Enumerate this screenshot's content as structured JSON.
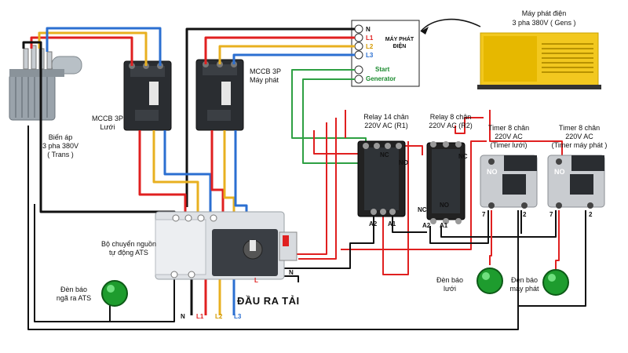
{
  "genset": {
    "title": "Máy phát điện",
    "subtitle": "3 pha 380V ( Gens )"
  },
  "terminal": {
    "n": "N",
    "l1": "L1",
    "l2": "L2",
    "l3": "L3",
    "title": "MÁY PHÁT ĐIỆN",
    "start": "Start",
    "generator": "Generator"
  },
  "transformer": {
    "title": "Biến áp",
    "line2": "3 pha 380V",
    "line3": "( Trans )"
  },
  "mccb_grid": {
    "title": "MCCB 3P",
    "subtitle": "Lưới"
  },
  "mccb_gen": {
    "title": "MCCB 3P",
    "subtitle": "Máy phát"
  },
  "relay14": {
    "title": "Relay 14 chân",
    "subtitle": "220V AC (R1)",
    "nc": "NC",
    "no": "NO",
    "a1": "A1",
    "a2": "A2"
  },
  "relay8": {
    "title": "Relay 8 chân",
    "subtitle": "220V AC (R2)",
    "nc_top": "NC",
    "nc_side": "NC",
    "no": "NO",
    "a1": "A1",
    "a2": "A2"
  },
  "timer_grid": {
    "title": "Timer 8 chân",
    "line2": "220V AC",
    "line3": "(Timer lưới)",
    "no": "NO",
    "pin7": "7",
    "pin2": "2"
  },
  "timer_gen": {
    "title": "Timer 8 chân",
    "line2": "220V AC",
    "line3": "(Timer máy phát )",
    "no": "NO",
    "pin7": "7",
    "pin2": "2"
  },
  "ats": {
    "title": "Bộ chuyển nguồn",
    "subtitle": "tự động ATS",
    "n": "N",
    "l": "L"
  },
  "lamp_ats": {
    "title": "Đèn báo",
    "subtitle": "ngã ra ATS"
  },
  "lamp_grid": {
    "title": "Đèn báo",
    "subtitle": "lưới"
  },
  "lamp_gen": {
    "title": "Đèn báo",
    "subtitle": "máy phát"
  },
  "output": {
    "title": "ĐẦU RA TẢI",
    "n": "N",
    "l1": "L1",
    "l2": "L2",
    "l3": "L3"
  },
  "colors": {
    "red": "#e02020",
    "yellow": "#e8b020",
    "blue": "#2b6fd1",
    "black": "#111111",
    "green": "#2ea043"
  }
}
